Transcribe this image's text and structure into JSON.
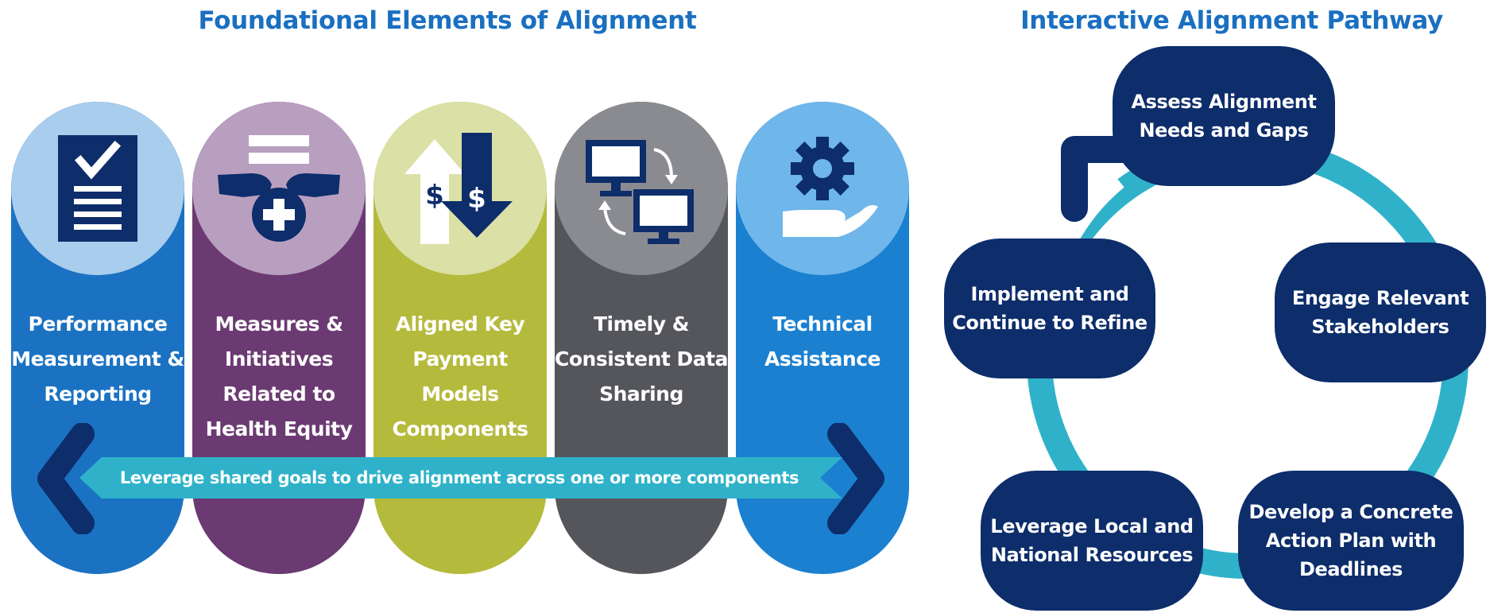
{
  "left_title": "Foundational Elements of Alignment",
  "right_title": "Interactive Alignment Pathway",
  "pillars": [
    {
      "label": "Performance Measurement & Reporting",
      "icon": "checklist-document-icon",
      "color": "#1b72c2",
      "cap_color": "#a9cdec"
    },
    {
      "label": "Measures & Initiatives Related to Health Equity",
      "icon": "hands-plus-icon",
      "color": "#6b3a72",
      "cap_color": "#b89fbf"
    },
    {
      "label": "Aligned Key Payment Models Components",
      "icon": "dollar-arrows-icon",
      "color": "#b4ba3c",
      "cap_color": "#dbe0a6"
    },
    {
      "label": "Timely & Consistent Data Sharing",
      "icon": "computers-exchange-icon",
      "color": "#55565b",
      "cap_color": "#8a8b90"
    },
    {
      "label": "Technical Assistance",
      "icon": "gear-hand-icon",
      "color": "#1b80d0",
      "cap_color": "#6fb6ea"
    }
  ],
  "banner_text": "Leverage shared goals to drive alignment across one or more components",
  "pathway_steps": [
    {
      "label": "Assess Alignment Needs and Gaps"
    },
    {
      "label": "Engage Relevant Stakeholders"
    },
    {
      "label": "Develop a Concrete Action Plan with Deadlines"
    },
    {
      "label": "Leverage Local and National Resources"
    },
    {
      "label": "Implement and Continue to Refine"
    }
  ],
  "colors": {
    "heading": "#1a6fc0",
    "node": "#0d2d6b",
    "ring": "#2fb2c9",
    "banner": "#2fb2c9",
    "chevron": "#0d2d6b"
  }
}
